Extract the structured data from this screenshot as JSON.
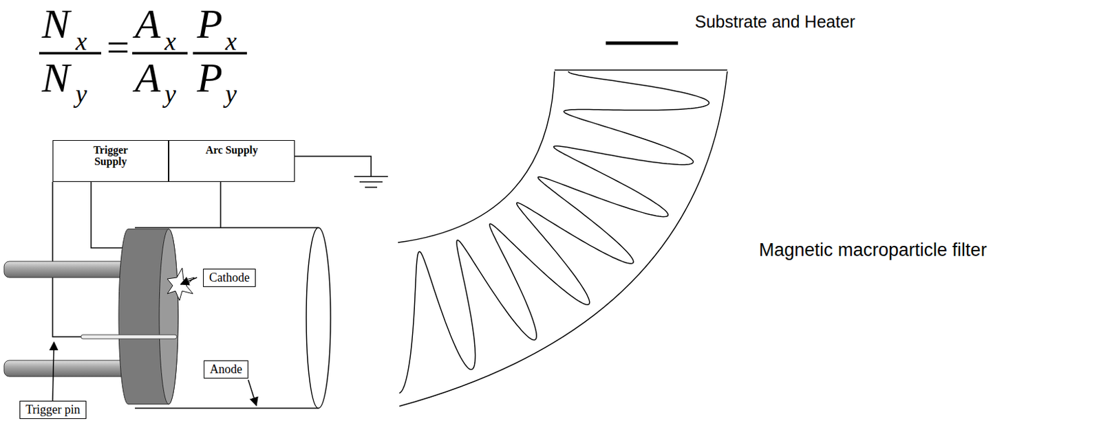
{
  "diagram": {
    "nodes": [
      {
        "text": [
          "Trigger Supply"
        ]
      },
      {
        "text": [
          "Arc Supply"
        ]
      },
      {
        "text": [
          "Cathode"
        ]
      },
      {
        "text": [
          "Anode"
        ]
      },
      {
        "text": [
          "Trigger pin"
        ]
      }
    ],
    "labels": [
      "N",
      "x",
      "N",
      "y",
      "=",
      "A",
      "x",
      "A",
      "y",
      "P",
      "x",
      "P",
      "y",
      "−",
      "+",
      "−",
      "+",
      "Substrate and Heater",
      "Magnetic macroparticle filter"
    ]
  }
}
